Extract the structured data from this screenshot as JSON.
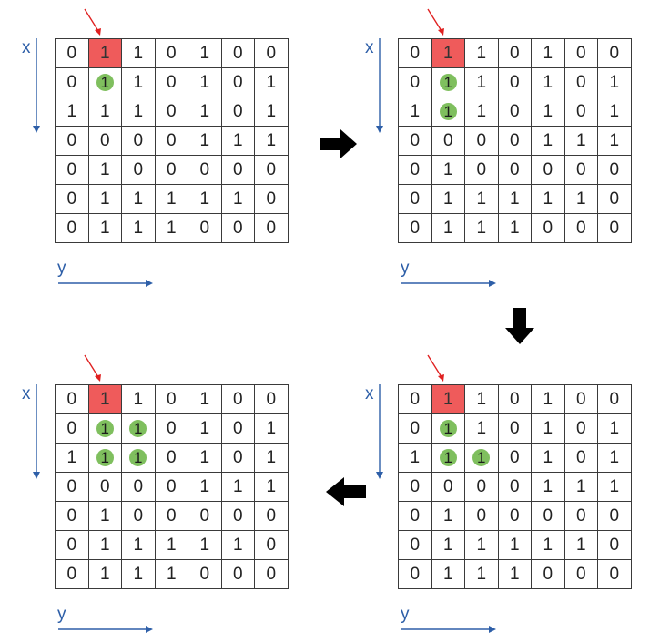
{
  "axes": {
    "x_label": "x",
    "y_label": "y"
  },
  "start": {
    "row": 0,
    "col": 1
  },
  "panels": [
    {
      "id": "p1",
      "grid": [
        [
          0,
          1,
          1,
          0,
          1,
          0,
          0
        ],
        [
          0,
          1,
          1,
          0,
          1,
          0,
          1
        ],
        [
          1,
          1,
          1,
          0,
          1,
          0,
          1
        ],
        [
          0,
          0,
          0,
          0,
          1,
          1,
          1
        ],
        [
          0,
          1,
          0,
          0,
          0,
          0,
          0
        ],
        [
          0,
          1,
          1,
          1,
          1,
          1,
          0
        ],
        [
          0,
          1,
          1,
          1,
          0,
          0,
          0
        ]
      ],
      "visited": [
        [
          1,
          1
        ]
      ]
    },
    {
      "id": "p2",
      "grid": [
        [
          0,
          1,
          1,
          0,
          1,
          0,
          0
        ],
        [
          0,
          1,
          1,
          0,
          1,
          0,
          1
        ],
        [
          1,
          1,
          1,
          0,
          1,
          0,
          1
        ],
        [
          0,
          0,
          0,
          0,
          1,
          1,
          1
        ],
        [
          0,
          1,
          0,
          0,
          0,
          0,
          0
        ],
        [
          0,
          1,
          1,
          1,
          1,
          1,
          0
        ],
        [
          0,
          1,
          1,
          1,
          0,
          0,
          0
        ]
      ],
      "visited": [
        [
          1,
          1
        ],
        [
          2,
          1
        ]
      ]
    },
    {
      "id": "p3",
      "grid": [
        [
          0,
          1,
          1,
          0,
          1,
          0,
          0
        ],
        [
          0,
          1,
          1,
          0,
          1,
          0,
          1
        ],
        [
          1,
          1,
          1,
          0,
          1,
          0,
          1
        ],
        [
          0,
          0,
          0,
          0,
          1,
          1,
          1
        ],
        [
          0,
          1,
          0,
          0,
          0,
          0,
          0
        ],
        [
          0,
          1,
          1,
          1,
          1,
          1,
          0
        ],
        [
          0,
          1,
          1,
          1,
          0,
          0,
          0
        ]
      ],
      "visited": [
        [
          1,
          1
        ],
        [
          1,
          2
        ],
        [
          2,
          1
        ],
        [
          2,
          2
        ]
      ]
    },
    {
      "id": "p4",
      "grid": [
        [
          0,
          1,
          1,
          0,
          1,
          0,
          0
        ],
        [
          0,
          1,
          1,
          0,
          1,
          0,
          1
        ],
        [
          1,
          1,
          1,
          0,
          1,
          0,
          1
        ],
        [
          0,
          0,
          0,
          0,
          1,
          1,
          1
        ],
        [
          0,
          1,
          0,
          0,
          0,
          0,
          0
        ],
        [
          0,
          1,
          1,
          1,
          1,
          1,
          0
        ],
        [
          0,
          1,
          1,
          1,
          0,
          0,
          0
        ]
      ],
      "visited": [
        [
          1,
          1
        ],
        [
          2,
          1
        ],
        [
          2,
          2
        ]
      ]
    }
  ],
  "colors": {
    "start": "#ef5b5b",
    "visited": "#7fbf5e",
    "axis": "#2e5fa8",
    "pointer": "#e02020",
    "flow": "#000000"
  },
  "icons": {
    "pointer": "red-arrow-icon",
    "flow": "black-block-arrow-icon"
  }
}
